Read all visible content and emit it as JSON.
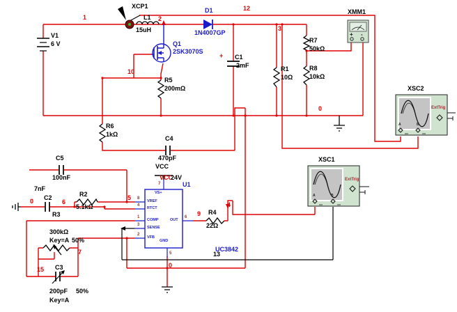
{
  "components": {
    "v1": {
      "ref": "V1",
      "value": "6 V"
    },
    "xcp1": {
      "ref": "XCP1"
    },
    "l1": {
      "ref": "L1",
      "value": "15uH"
    },
    "d1": {
      "ref": "D1",
      "value": "1N4007GP"
    },
    "q1": {
      "ref": "Q1",
      "value": "2SK3070S"
    },
    "c1": {
      "ref": "C1",
      "value": "2mF",
      "plus": "+"
    },
    "r1": {
      "ref": "R1",
      "value": "10Ω"
    },
    "r2": {
      "ref": "R2",
      "value": "5.1kΩ"
    },
    "r3": {
      "ref": "R3",
      "value": "300kΩ",
      "key": "Key=A",
      "pct": "50%"
    },
    "r4": {
      "ref": "R4",
      "value": "22Ω"
    },
    "r5": {
      "ref": "R5",
      "value": "200mΩ"
    },
    "r6": {
      "ref": "R6",
      "value": "1kΩ"
    },
    "r7": {
      "ref": "R7",
      "value": "50kΩ"
    },
    "r8": {
      "ref": "R8",
      "value": "10kΩ"
    },
    "c2": {
      "ref": "C2",
      "value": "7nF"
    },
    "c3": {
      "ref": "C3",
      "value": "200pF",
      "key": "Key=A",
      "pct": "50%"
    },
    "c4": {
      "ref": "C4",
      "value": "470pF"
    },
    "c5": {
      "ref": "C5",
      "value": "100nF"
    }
  },
  "ic": {
    "ref": "U1",
    "part": "UC3842",
    "vcc_symbol": "VCC",
    "supply_net": "VCC",
    "supply_value": "24V",
    "pins": {
      "vs": {
        "name": "VS+",
        "num": "7"
      },
      "vref": {
        "name": "VREF",
        "num": "8"
      },
      "rtct": {
        "name": "RTCT",
        "num": "4"
      },
      "comp": {
        "name": "COMP",
        "num": "1"
      },
      "sense": {
        "name": "SENSE",
        "num": "3"
      },
      "vfb": {
        "name": "VFB",
        "num": "2"
      },
      "out": {
        "name": "OUT",
        "num": "6"
      },
      "gnd": {
        "name": "GND",
        "num": "5"
      }
    }
  },
  "instruments": {
    "xmm1": {
      "label": "XMM1",
      "plus": "+",
      "minus": "-"
    },
    "xsc1": {
      "label": "XSC1",
      "ext_trig": "ExtTrig",
      "a": "A",
      "b": "B"
    },
    "xsc2": {
      "label": "XSC2",
      "ext_trig": "ExtTrig",
      "a": "A",
      "b": "B"
    }
  },
  "nets": {
    "n1": "1",
    "n2": "2",
    "n3": "3",
    "n4": "4",
    "n5": "5",
    "n6": "6",
    "n7": "7",
    "n9": "9",
    "n10": "10",
    "n12": "12",
    "n13": "13",
    "n15": "15",
    "n0": "0"
  },
  "colors": {
    "wire_red": "#e00000",
    "wire_black": "#000000",
    "component_blue": "#1a1acc",
    "instrument_green": "#cfe3cf",
    "screen_gray": "#c4c4c4"
  }
}
